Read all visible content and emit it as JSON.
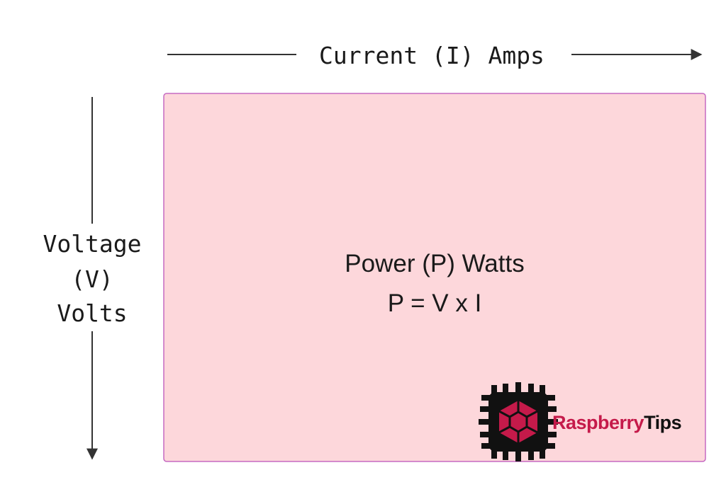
{
  "diagram": {
    "x_axis_label": "Current (I) Amps",
    "y_axis_label_lines": [
      "Voltage",
      "(V)",
      "Volts"
    ],
    "box_title": "Power (P) Watts",
    "box_formula": "P = V x I",
    "logo": {
      "brand_first": "Raspberry",
      "brand_second": "Tips"
    }
  },
  "colors": {
    "box_fill": "#fdd7db",
    "box_border": "#c56ac2",
    "arrow": "#333333",
    "text": "#1a1a1a",
    "brand_red": "#c51a4a",
    "brand_dark": "#111111"
  }
}
